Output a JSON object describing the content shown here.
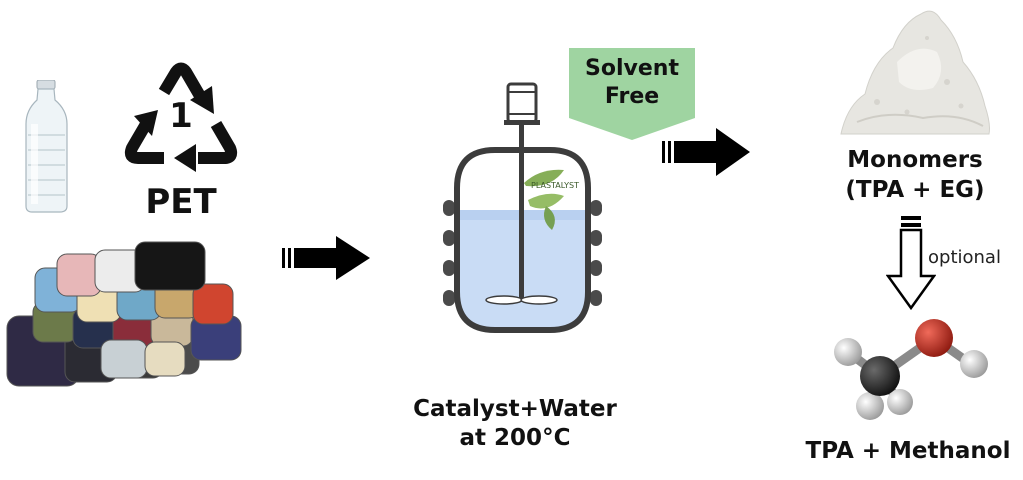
{
  "recycling": {
    "number": "1",
    "code_label": "PET"
  },
  "reactor": {
    "logo_text": "PLASTALYST",
    "banner": {
      "line1": "Solvent",
      "line2": "Free",
      "color": "#9fd4a1"
    },
    "caption_line1": "Catalyst+Water",
    "caption_line2": "at 200°C"
  },
  "products": {
    "monomers_line1": "Monomers",
    "monomers_line2": "(TPA + EG)",
    "optional_label": "optional",
    "final_label": "TPA + Methanol"
  }
}
